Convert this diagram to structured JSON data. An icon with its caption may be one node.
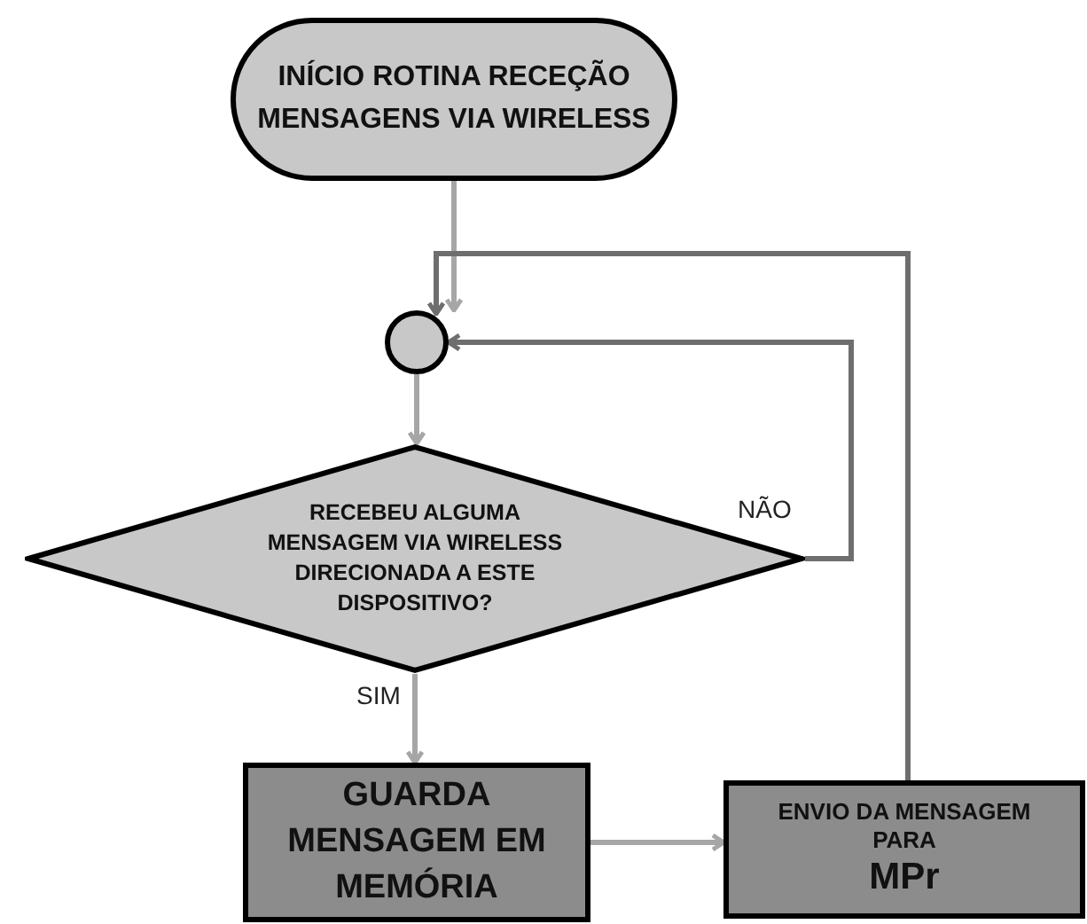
{
  "diagram": {
    "nodes": [
      {
        "text": [
          "INÍCIO ROTINA RECEÇÃO MENSAGENS VIA WIRELESS"
        ]
      },
      {
        "text": [],
        "shape": "circle"
      },
      {
        "text": [
          "RECEBEU ALGUMA MENSAGEM VIA WIRELESS DIRECIONADA A ESTE DISPOSITIVO?"
        ]
      },
      {
        "text": [
          "GUARDA MENSAGEM EM MEMÓRIA"
        ]
      },
      {
        "text": [
          "ENVIO DA MENSAGEM PARA",
          "MPr"
        ]
      }
    ],
    "edges": [
      {
        "from": 0,
        "to": 1,
        "arrow": "to"
      },
      {
        "from": 1,
        "to": 2,
        "arrow": "to"
      },
      {
        "from": 2,
        "to": 1,
        "arrow": "to",
        "label": "NÃO",
        "color": "#6e6e6e"
      },
      {
        "from": 2,
        "to": 3,
        "arrow": "to",
        "label": "SIM"
      },
      {
        "from": 3,
        "to": 4,
        "arrow": "to"
      },
      {
        "from": 4,
        "to": 1,
        "arrow": "to",
        "color": "#6e6e6e"
      }
    ]
  }
}
